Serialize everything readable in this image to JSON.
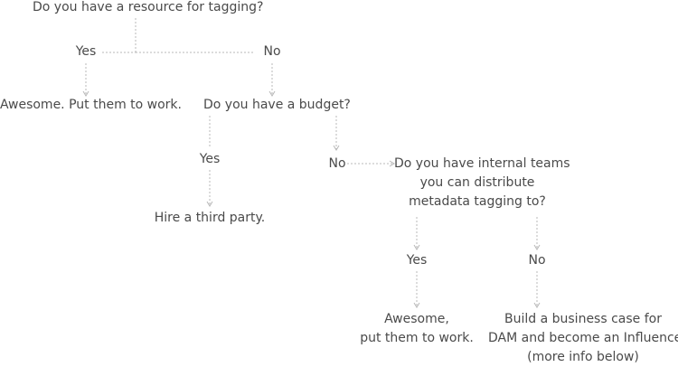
{
  "q1": {
    "text": "Do you have a resource for tagging?"
  },
  "q1_yes": {
    "text": "Yes"
  },
  "q1_no": {
    "text": "No"
  },
  "a1": {
    "text": "Awesome. Put them to work."
  },
  "q2": {
    "text": "Do you have a budget?"
  },
  "q2_yes": {
    "text": "Yes"
  },
  "q2_no": {
    "text": "No"
  },
  "a2": {
    "text": "Hire a third party."
  },
  "q3": {
    "lines": [
      "Do you have internal teams",
      "you can distribute",
      "metadata tagging to?"
    ]
  },
  "q3_yes": {
    "text": "Yes"
  },
  "q3_no": {
    "text": "No"
  },
  "a3": {
    "lines": [
      "Awesome,",
      "put them to work."
    ]
  },
  "a4": {
    "lines": [
      "Build a business case for",
      "DAM and become an Influencer",
      "(more info below)"
    ]
  }
}
